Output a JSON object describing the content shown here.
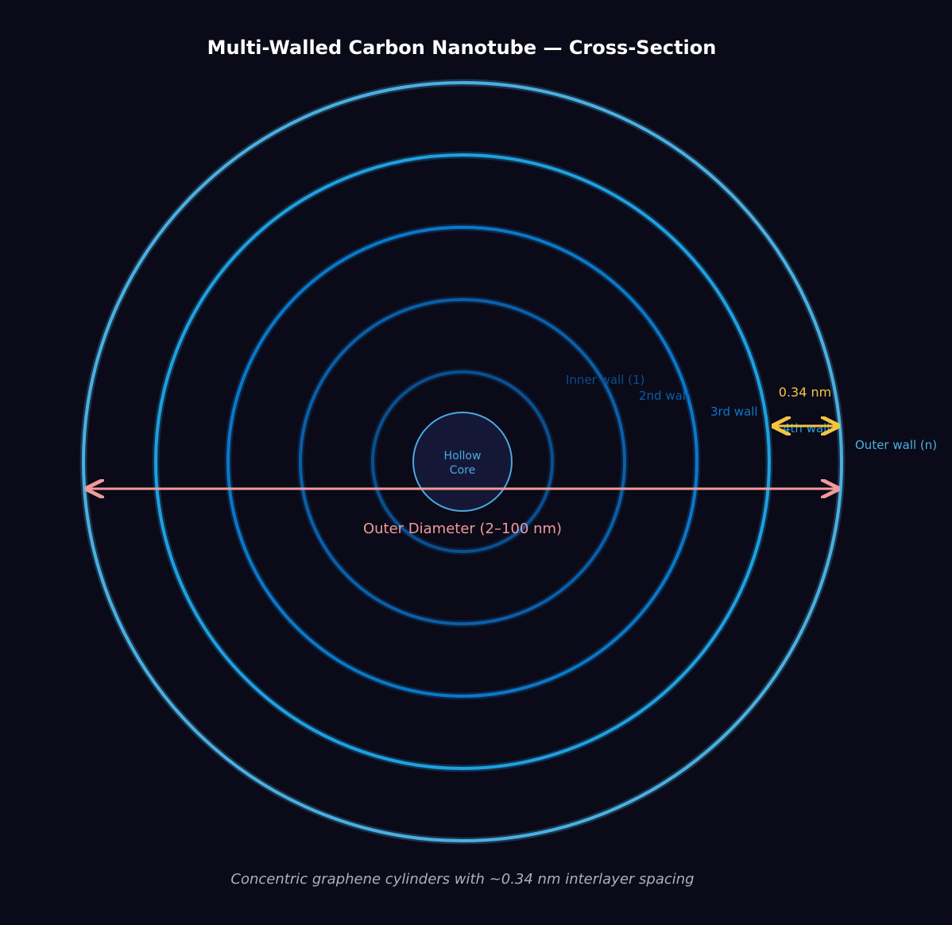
{
  "title": "Multi-Walled Carbon Nanotube — Cross-Section",
  "caption": "Concentric graphene cylinders with ~0.34 nm interlayer spacing",
  "core": {
    "line1": "Hollow",
    "line2": "Core"
  },
  "walls": [
    {
      "label": "Inner wall (1)",
      "color": "#0b4f8f"
    },
    {
      "label": "2nd wall",
      "color": "#0a5fa8"
    },
    {
      "label": "3rd wall",
      "color": "#0a78c8"
    },
    {
      "label": "4th wall",
      "color": "#1fa0e0"
    },
    {
      "label": "Outer wall (n)",
      "color": "#4ab0e0"
    }
  ],
  "colors": {
    "background": "#0a0a18",
    "core_fill": "#141836",
    "core_stroke": "#4aa8e0",
    "diameter_arrow": "#f09a9a",
    "spacing_arrow": "#f5c542"
  },
  "annotations": {
    "diameter": "Outer Diameter (2–100 nm)",
    "spacing": "0.34 nm"
  }
}
